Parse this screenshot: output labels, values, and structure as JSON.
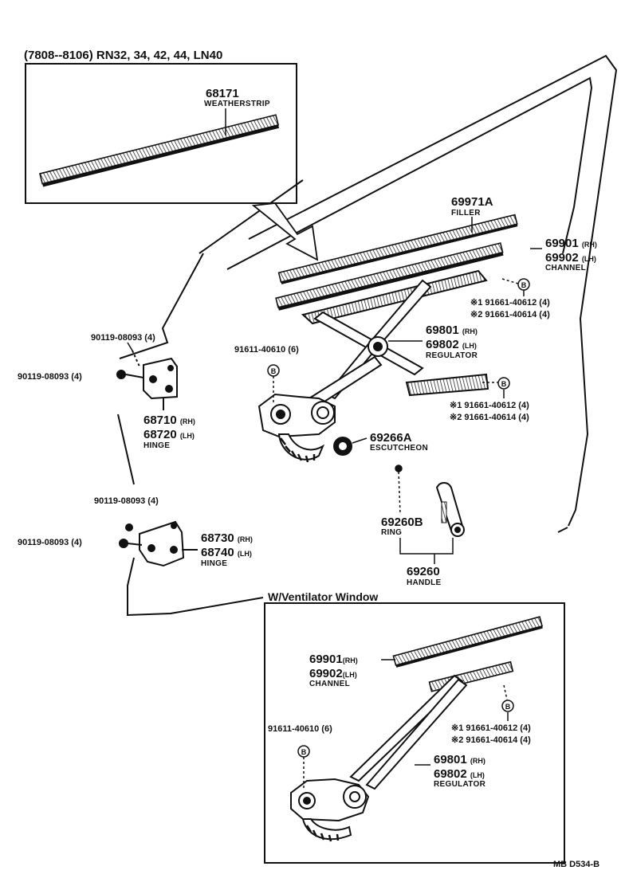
{
  "inset": {
    "header": "(7808--8106) RN32, 34, 42, 44, LN40"
  },
  "weatherstrip": {
    "number": "68171",
    "name": "WEATHERSTRIP"
  },
  "filler": {
    "number": "69971A",
    "name": "FILLER"
  },
  "channel": {
    "rh": "69901",
    "rh_suffix": "(RH)",
    "lh": "69902",
    "lh_suffix": "(LH)",
    "name": "CHANNEL"
  },
  "channel_bolts": {
    "line1": "※1 91661-40612 (4)",
    "line2": "※2 91661-40614 (4)"
  },
  "regulator_bolt": {
    "text": "91611-40610 (6)"
  },
  "regulator": {
    "rh": "69801",
    "rh_suffix": "(RH)",
    "lh": "69802",
    "lh_suffix": "(LH)",
    "name": "REGULATOR"
  },
  "regulator_bolts": {
    "line1": "※1 91661-40612 (4)",
    "line2": "※2 91661-40614 (4)"
  },
  "upper_hinge_bolts": {
    "top": "90119-08093 (4)",
    "left": "90119-08093 (4)"
  },
  "upper_hinge": {
    "rh": "68710",
    "rh_suffix": "(RH)",
    "lh": "68720",
    "lh_suffix": "(LH)",
    "name": "HINGE"
  },
  "escutcheon": {
    "number": "69266A",
    "name": "ESCUTCHEON"
  },
  "lower_hinge_bolts": {
    "top": "90119-08093 (4)",
    "left": "90119-08093 (4)"
  },
  "lower_hinge": {
    "rh": "68730",
    "rh_suffix": "(RH)",
    "lh": "68740",
    "lh_suffix": "(LH)",
    "name": "HINGE"
  },
  "ring": {
    "number": "69260B",
    "name": "RING"
  },
  "handle": {
    "number": "69260",
    "name": "HANDLE"
  },
  "vent": {
    "header": "W/Ventilator Window",
    "channel": {
      "rh": "69901",
      "rh_suffix": "(RH)",
      "lh": "69902",
      "lh_suffix": "(LH)",
      "name": "CHANNEL"
    },
    "bolts": {
      "line1": "※1 91661-40612 (4)",
      "line2": "※2 91661-40614 (4)"
    },
    "regulator_bolt": "91611-40610 (6)",
    "regulator": {
      "rh": "69801",
      "rh_suffix": "(RH)",
      "lh": "69802",
      "lh_suffix": "(LH)",
      "name": "REGULATOR"
    }
  },
  "footer": {
    "code": "MB  D534-B"
  }
}
